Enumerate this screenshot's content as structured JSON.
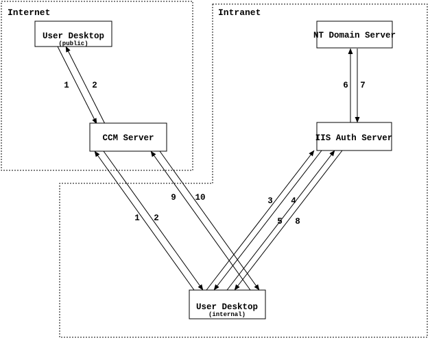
{
  "diagram": {
    "colors": {
      "ink": "#000000",
      "background": "#ffffff"
    },
    "zones": {
      "internet": {
        "label": "Internet"
      },
      "intranet": {
        "label": "Intranet"
      }
    },
    "nodes": {
      "user_desktop_public": {
        "title": "User Desktop",
        "subtitle": "(public)"
      },
      "nt_domain_server": {
        "title": "NT Domain Server"
      },
      "ccm_server": {
        "title": "CCM Server"
      },
      "iis_auth_server": {
        "title": "IIS Auth Server"
      },
      "user_desktop_internal": {
        "title": "User Desktop",
        "subtitle": "(internal)"
      }
    },
    "edge_labels": {
      "public_to_ccm": "1",
      "ccm_to_public": "2",
      "internal_to_ccm": "1",
      "ccm_to_internal": "2",
      "step3": "3",
      "step4": "4",
      "step5": "5",
      "step6": "6",
      "step7": "7",
      "step8": "8",
      "step9": "9",
      "step10": "10"
    }
  }
}
